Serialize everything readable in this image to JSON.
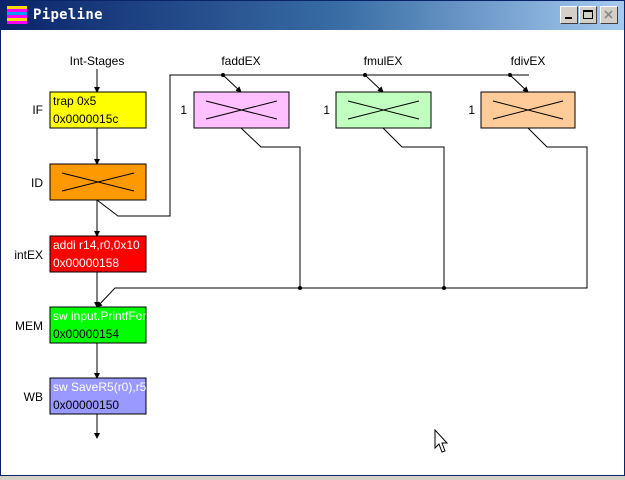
{
  "window": {
    "title": "Pipeline"
  },
  "labels": {
    "int_stages": "Int-Stages",
    "faddex": "faddEX",
    "fmulex": "fmulEX",
    "fdivex": "fdivEX",
    "if": "IF",
    "id": "ID",
    "intex": "intEX",
    "mem": "MEM",
    "wb": "WB",
    "fadd_count": "1",
    "fmul_count": "1",
    "fdiv_count": "1"
  },
  "stages": {
    "if": {
      "line1": "trap 0x5",
      "line2": "0x0000015c"
    },
    "intex": {
      "line1": "addi r14,r0,0x10",
      "line2": "0x00000158"
    },
    "mem": {
      "line1": "sw input.PrintfFormat",
      "line2": "0x00000154"
    },
    "wb": {
      "line1": "sw SaveR5(r0),r5",
      "line2": "0x00000150"
    }
  },
  "colors": {
    "if": "#ffff00",
    "id": "#ff9900",
    "intex": "#ff0000",
    "mem": "#00ff00",
    "wb": "#9999ff",
    "faddex": "#ffc0ff",
    "fmulex": "#c0ffc0",
    "fdivex": "#ffcc99",
    "titlebar": "#0a246a"
  },
  "icons": [
    "pipeline-app-icon",
    "minimize-icon",
    "maximize-icon",
    "close-icon",
    "mouse-cursor-icon"
  ]
}
